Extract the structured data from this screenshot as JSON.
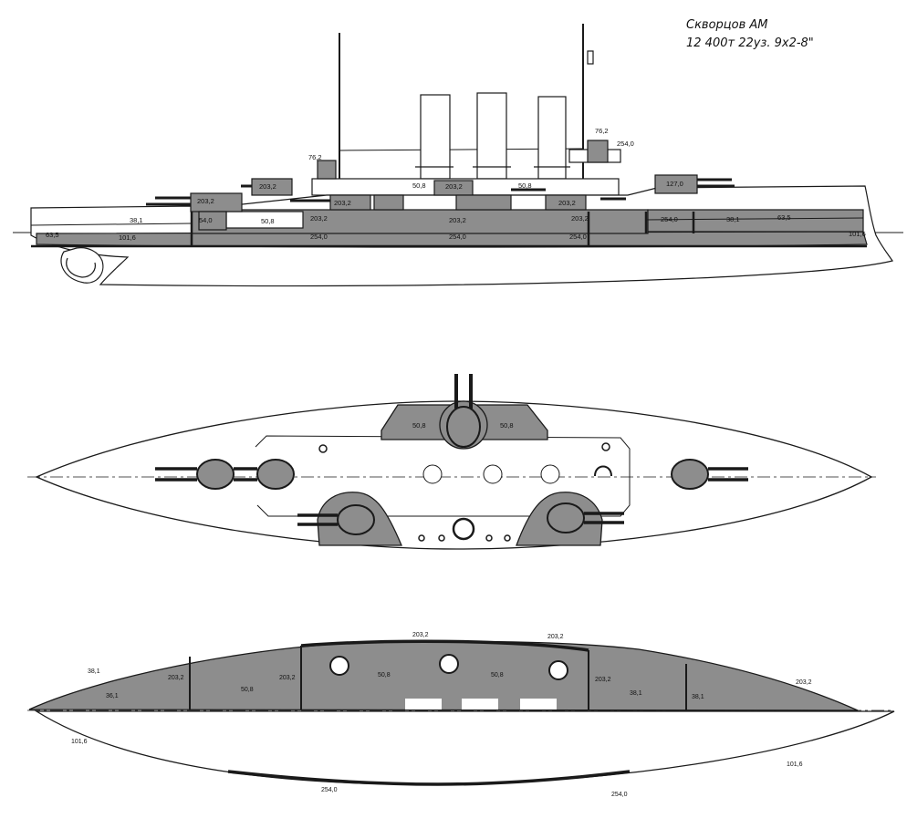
{
  "title": {
    "author": "Скворцов АМ",
    "specs": "12 400т  22уз. 9x2-8\""
  },
  "colors": {
    "armor_gray": "#8d8d8d",
    "line": "#1a1a1a",
    "hull_white": "#ffffff"
  },
  "profile": {
    "labels": [
      "76,2",
      "76,2",
      "254,0",
      "203,2",
      "203,2",
      "203,2",
      "50,8",
      "50,8",
      "203,2",
      "203,2",
      "127,0",
      "54,0",
      "50,8",
      "203,2",
      "38,1",
      "63,5",
      "101,6",
      "254,0",
      "203,2",
      "254,0",
      "254,0",
      "203,2",
      "254,0",
      "38,1",
      "63,5",
      "101,6"
    ]
  },
  "deck_plan": {
    "labels": [
      "50,8",
      "50,8"
    ]
  },
  "armor_plan": {
    "labels": [
      "38,1",
      "36,1",
      "203,2",
      "50,8",
      "203,2",
      "203,2",
      "50,8",
      "50,8",
      "203,2",
      "203,2",
      "38,1",
      "203,2",
      "38,1",
      "101,6",
      "254,0",
      "254,0",
      "101,6"
    ]
  }
}
